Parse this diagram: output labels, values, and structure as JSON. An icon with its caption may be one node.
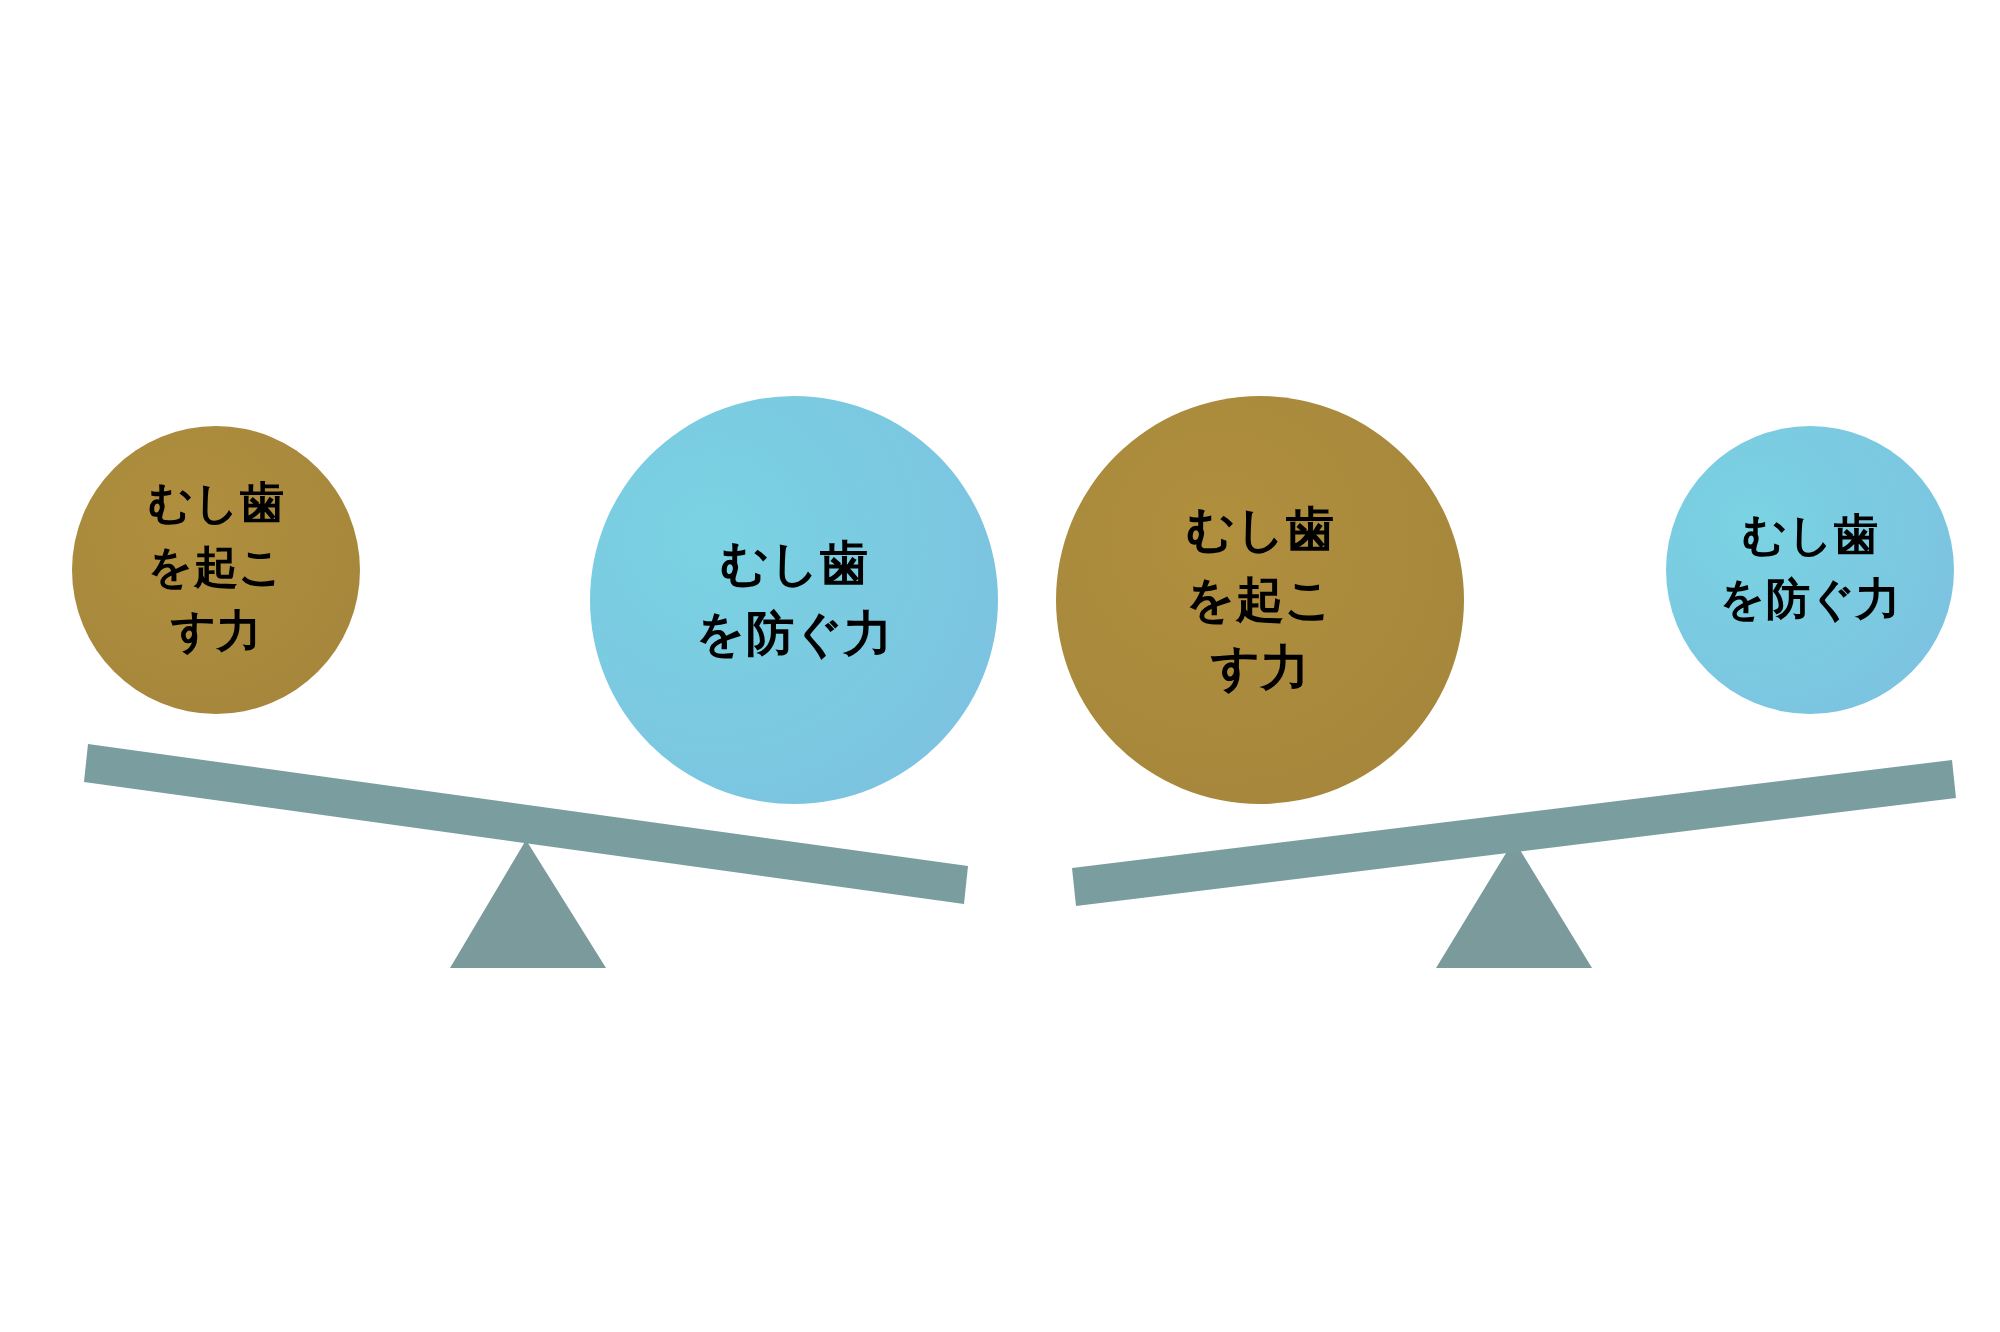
{
  "diagram": {
    "nodes": [
      {
        "text": [
          "むし歯を起こす力"
        ]
      },
      {
        "text": [
          "むし歯を防ぐ力"
        ]
      },
      {
        "text": [
          "むし歯を起こす力"
        ]
      },
      {
        "text": [
          "むし歯を防ぐ力"
        ]
      }
    ]
  }
}
